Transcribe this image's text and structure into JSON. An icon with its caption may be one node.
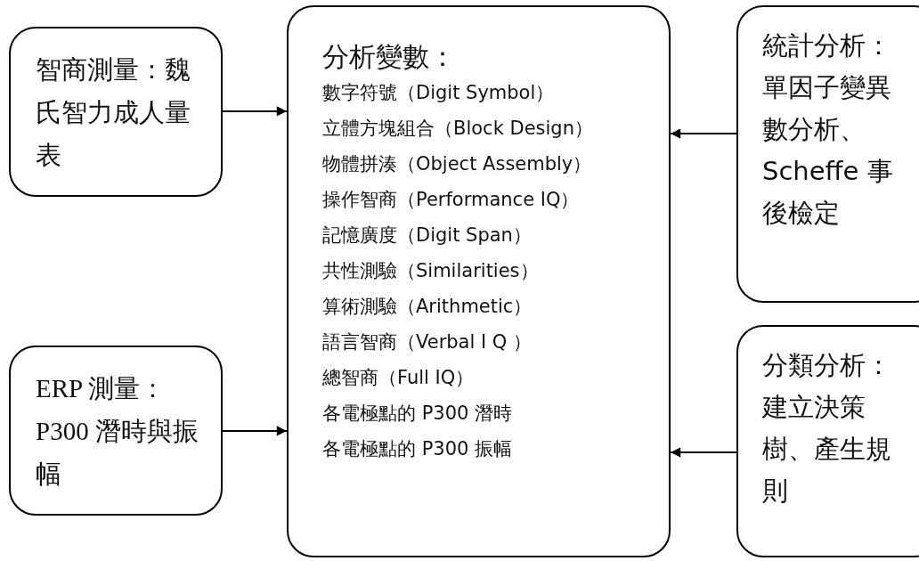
{
  "diagram": {
    "nodes": [
      {
        "text": [
          "智商測量：魏氏智力成人量表"
        ]
      },
      {
        "text": [
          "ERP 測量：P300 潛時與振幅"
        ]
      },
      {
        "text": [
          "分析變數：",
          "數字符號（Digit Symbol）",
          "立體方塊組合（Block Design）",
          "物體拼湊（Object Assembly）",
          "操作智商（Performance IQ）",
          "記憶廣度（Digit Span）",
          "共性測驗（Similarities）",
          "算術測驗（Arithmetic）",
          "語言智商（Verbal I Q ）",
          "總智商（Full IQ）",
          "各電極點的 P300 潛時",
          "各電極點的 P300 振幅"
        ]
      },
      {
        "text": [
          "統計分析：單因子變異數分析、Scheffe 事後檢定"
        ]
      },
      {
        "text": [
          "分類分析：建立決策樹、產生規則"
        ]
      }
    ],
    "edges": [
      {
        "from": 0,
        "to": 2,
        "arrow": "to"
      },
      {
        "from": 1,
        "to": 2,
        "arrow": "to"
      },
      {
        "from": 3,
        "to": 2,
        "arrow": "to"
      },
      {
        "from": 4,
        "to": 2,
        "arrow": "to"
      }
    ]
  }
}
